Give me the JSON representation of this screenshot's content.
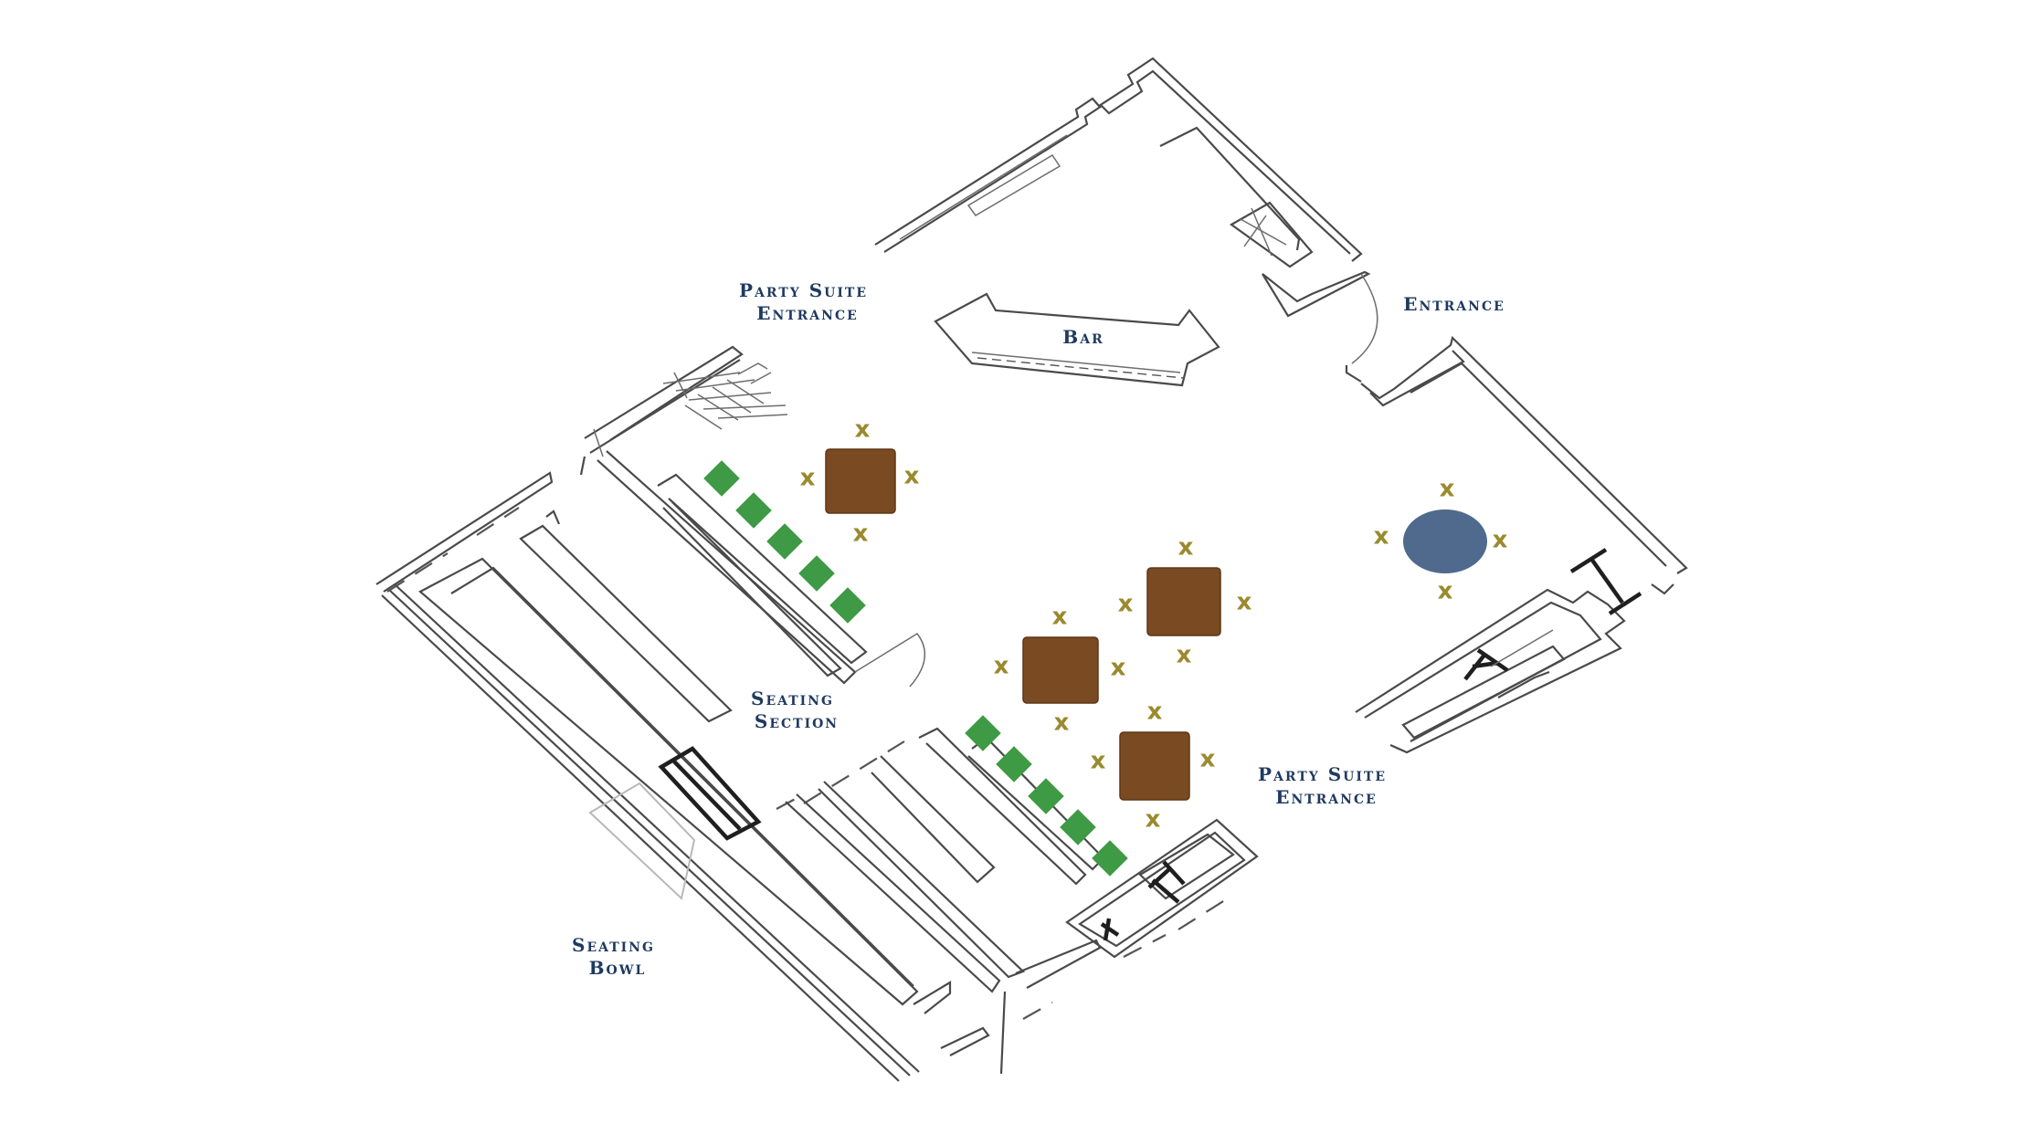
{
  "diagram": {
    "title": "Party Suite floor plan",
    "labels": {
      "party_suite_entrance_top": [
        "Party Suite",
        "Entrance"
      ],
      "bar": "Bar",
      "entrance": "Entrance",
      "seating_section": [
        "Seating",
        "Section"
      ],
      "party_suite_entrance_bottom": [
        "Party Suite",
        "Entrance"
      ],
      "seating_bowl": [
        "Seating",
        "Bowl"
      ]
    },
    "chair_marker": "x",
    "counts": {
      "square_tables": 4,
      "round_tables": 1,
      "chair_markers": 20,
      "green_seat_rows": 2,
      "seats_per_green_row": 5
    },
    "colors": {
      "label_text": "#1f3a60",
      "table_brown": "#7a4a22",
      "round_table_blue": "#4f6a8c",
      "seat_green": "#3e9a45",
      "chair_olive": "#9a8a2e",
      "wall_line": "#4a4a4a"
    }
  }
}
